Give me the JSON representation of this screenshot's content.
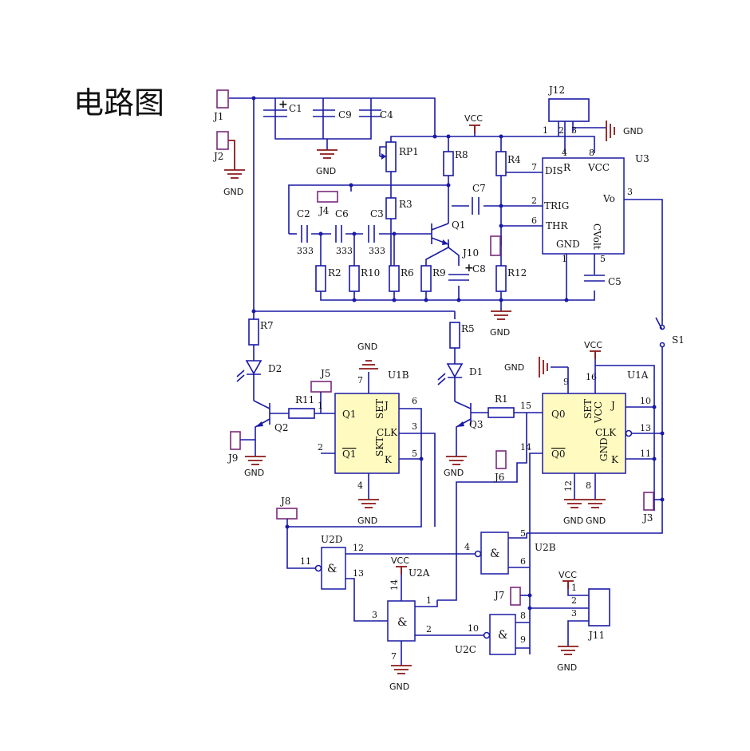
{
  "title": "电路图",
  "labels": {
    "J1": "J1",
    "J2": "J2",
    "J3": "J3",
    "J4": "J4",
    "J5": "J5",
    "J6": "J6",
    "J7": "J7",
    "J8": "J8",
    "J9": "J9",
    "J10": "J10",
    "J11": "J11",
    "J12": "J12",
    "C1": "C1",
    "C2": "C2",
    "C3": "C3",
    "C4": "C4",
    "C5": "C5",
    "C6": "C6",
    "C7": "C7",
    "C8": "C8",
    "C9": "C9",
    "cap333": "333",
    "R1": "R1",
    "R2": "R2",
    "R3": "R3",
    "R4": "R4",
    "R5": "R5",
    "R6": "R6",
    "R7": "R7",
    "R8": "R8",
    "R9": "R9",
    "R10": "R10",
    "R11": "R11",
    "R12": "R12",
    "RP1": "RP1",
    "Q1": "Q1",
    "Q2": "Q2",
    "Q3": "Q3",
    "D1": "D1",
    "D2": "D2",
    "S1": "S1",
    "U1A": "U1A",
    "U1B": "U1B",
    "U2A": "U2A",
    "U2B": "U2B",
    "U2C": "U2C",
    "U2D": "U2D",
    "U3": "U3",
    "GND": "GND",
    "VCC": "VCC",
    "plus": "+"
  },
  "u3": {
    "dis": "DIS",
    "r": "R",
    "vcc": "VCC",
    "trig": "TRIG",
    "thr": "THR",
    "vo": "Vo",
    "gnd": "GND",
    "cvolt": "CVolt",
    "p1": "1",
    "p2": "2",
    "p3": "3",
    "p4": "4",
    "p5": "5",
    "p6": "6",
    "p7": "7",
    "p8": "8"
  },
  "u1": {
    "set": "SET",
    "skt": "SKT",
    "q": "Q1",
    "qn": "Q1",
    "q0": "Q0",
    "q0n": "Q0",
    "j": "J",
    "k": "K",
    "clk": "CLK",
    "vcc": "VCC",
    "gnd": "GND"
  },
  "gate": {
    "amp": "&"
  },
  "pins": {
    "n1": "1",
    "n2": "2",
    "n3": "3",
    "n4": "4",
    "n5": "5",
    "n6": "6",
    "n7": "7",
    "n8": "8",
    "n9": "9",
    "n10": "10",
    "n11": "11",
    "n12": "12",
    "n13": "13",
    "n14": "14",
    "n15": "15",
    "n16": "16"
  }
}
